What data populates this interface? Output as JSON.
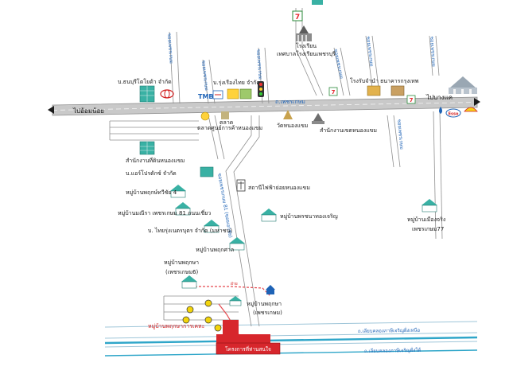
{
  "colors": {
    "road": "#c9c9c9",
    "road_edge": "#8f8f8f",
    "road_label": "#1e63b6",
    "canal": "#2fa6c9",
    "destination": "#d7262c",
    "marker": "#f2d40c",
    "route": "#e5494f",
    "building": "#39b1a4"
  },
  "directions": {
    "left": "ไปอ้อมน้อย",
    "right": "ไปบางแค"
  },
  "roads": {
    "main": "ถ.เพชรเกษม",
    "canal_north": "ถ.เลียบคลองภาษีเจริญฝั่งเหนือ",
    "canal_south": "ถ.เลียบคลองภาษีเจริญฝั่งใต้",
    "soi_left_1": "ซอยเพชรเกษม",
    "soi_left_2": "ซอยเพชรเกษม",
    "soi_top_1": "ซอยเพชรเกษม",
    "soi_right_1": "ซอยเพชรเกษม",
    "soi_right_2": "ซอยเพชรเกษม",
    "soi_right_3": "ซอยเพชรเกษม",
    "soi_right_4": "ซอยเพชรเกษม",
    "soi_center": "ซอยเพชรเกษม 81 (ซอยเอกชัย)",
    "route_mark": "ฝ่าย"
  },
  "places": {
    "toyota": "บ.ธนบุรีโตโยต้า จำกัด",
    "ruangthai": "บ.รุ่งเรืองไทย จำกัด",
    "school": "โรงเรียน",
    "temple_name": "เทศบาลโรงเรียนเพชรบุรี",
    "post": "โรงรับจำนำ",
    "bank": "ธนาคารกรุงเทพ",
    "market": "ตลาด",
    "market_full": "ตลาดศูนย์การค้าหนองแขม",
    "wat": "วัดหนองแขม",
    "office_right": "สำนักงานเขตหนองแขม",
    "land_office": "สำนักงานที่ดินหนองแขม",
    "power": "บ.แอร์โปรดักซ์ จำกัด",
    "electric": "สถานีไฟฟ้าย่อยหนองแขม",
    "village_a": "หมู่บ้านพฤกษ์ทวีชัย 4",
    "village_b": "หมู่บ้านมณีรา เพชรเกษม 81 ถนนเชี่ยว",
    "village_c": "หมู่บ้านพรชนาทองเจริญ",
    "village_d": "หมู่บ้านเมืองจริง",
    "village_d2": "เพชรเกษม77",
    "company_e": "บ. ไทยรุ่งเนตรบุตร จำกัด (มหาชน)",
    "village_f": "หมู่บ้านพฤกศาล",
    "village_g": "หมู่บ้านพฤกษา",
    "village_g2": "(เพชรเกษม6)",
    "village_h": "หมู่บ้านพฤกษา",
    "village_h2": "(เพชรเกษม)",
    "village_target": "หมู่บ้านพฤกษาการเคหะ",
    "destination": "โครงการที่ท่านสนใจ"
  },
  "icons": {
    "toyota": "toyota-logo-icon",
    "tmb": "tmb-logo-icon",
    "shell": "shell-logo-icon",
    "esso": "esso-logo-icon",
    "seven_eleven": "seven-eleven-icon",
    "temple": "temple-icon",
    "palace": "palace-icon",
    "traffic_light": "traffic-light-icon",
    "house": "house-icon",
    "building": "building-icon",
    "tower": "electric-tower-icon",
    "ptt": "ptt-logo-icon"
  }
}
